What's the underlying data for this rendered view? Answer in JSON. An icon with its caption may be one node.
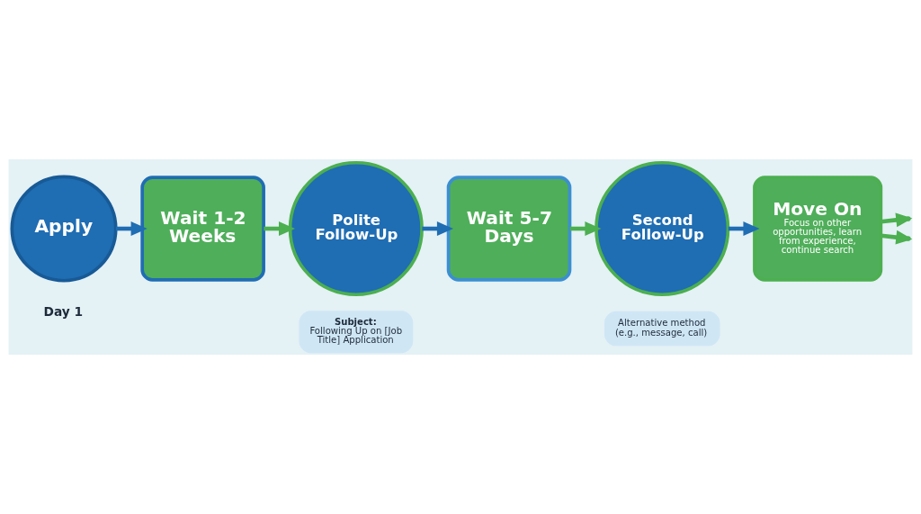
{
  "diagram": {
    "nodes": [
      {
        "text": [
          "Apply"
        ],
        "beside": [
          "Day 1"
        ]
      },
      {
        "text": [
          "Wait 1-2 Weeks"
        ]
      },
      {
        "text": [
          "Polite Follow-Up"
        ]
      },
      {
        "text": [
          "Subject:",
          "Following Up on [Job Title] Application"
        ]
      },
      {
        "text": [
          "Wait 5-7 Days"
        ]
      },
      {
        "text": [
          "Second Follow-Up"
        ]
      },
      {
        "text": [
          "Alternative method (e.g., message, call)"
        ]
      },
      {
        "text": [
          "Move On",
          "Focus on other opportunities, learn from experience, continue search"
        ]
      }
    ],
    "edges": [
      {
        "from": 0,
        "to": 1,
        "arrow": "to",
        "color": "#1f6db3"
      },
      {
        "from": 1,
        "to": 2,
        "arrow": "to"
      },
      {
        "from": 2,
        "to": 4,
        "arrow": "to",
        "color": "#1f6db3"
      },
      {
        "from": 4,
        "to": 5,
        "arrow": "to"
      },
      {
        "from": 5,
        "to": 7,
        "arrow": "to",
        "color": "#1f6db3"
      },
      {
        "from": 7,
        "to": null,
        "arrow": "to"
      },
      {
        "from": 7,
        "to": null,
        "arrow": "to"
      }
    ]
  }
}
